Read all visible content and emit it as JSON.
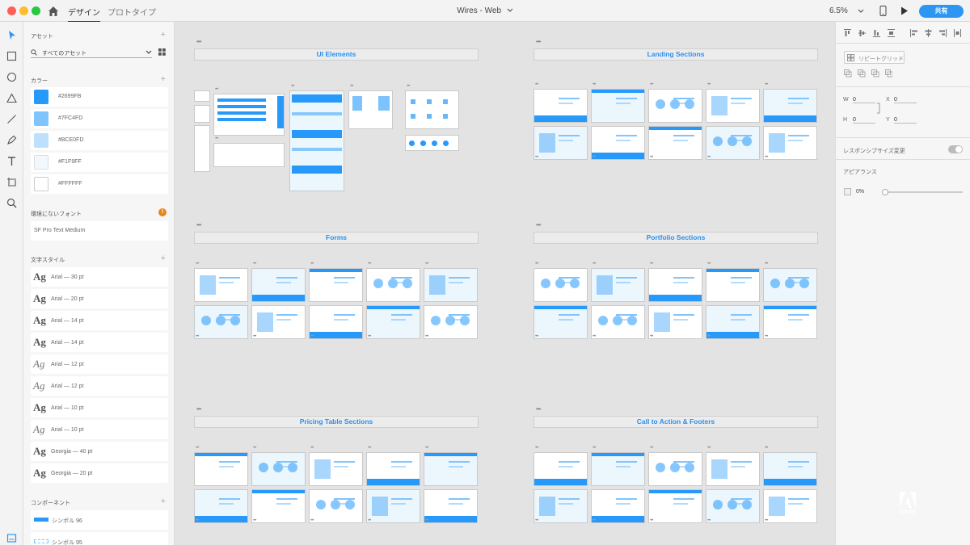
{
  "window": {
    "tabs": [
      "デザイン",
      "プロトタイプ"
    ],
    "title": "Wires - Web",
    "zoom": "6.5%",
    "share": "共有"
  },
  "tools": [
    "select-icon",
    "rectangle-icon",
    "ellipse-icon",
    "polygon-icon",
    "line-icon",
    "pen-icon",
    "text-icon",
    "artboard-icon",
    "zoom-icon"
  ],
  "left": {
    "assets": "アセット",
    "filter": "すべてのアセット",
    "colors_title": "カラー",
    "colors": [
      {
        "hex": "#2699FB"
      },
      {
        "hex": "#7FC4FD"
      },
      {
        "hex": "#BCE0FD"
      },
      {
        "hex": "#F1F9FF"
      },
      {
        "hex": "#FFFFFF"
      }
    ],
    "missing_fonts_title": "環境にないフォント",
    "missing_font": "SF Pro Text Medium",
    "char_styles_title": "文字スタイル",
    "char_styles": [
      {
        "sample": "Ag",
        "label": "Arial — 30 pt",
        "italic": false
      },
      {
        "sample": "Ag",
        "label": "Arial — 20 pt",
        "italic": false
      },
      {
        "sample": "Ag",
        "label": "Arial — 14 pt",
        "italic": false
      },
      {
        "sample": "Ag",
        "label": "Arial — 14 pt",
        "italic": false
      },
      {
        "sample": "Ag",
        "label": "Arial — 12 pt",
        "italic": true
      },
      {
        "sample": "Ag",
        "label": "Arial — 12 pt",
        "italic": true
      },
      {
        "sample": "Ag",
        "label": "Arial — 10 pt",
        "italic": false
      },
      {
        "sample": "Ag",
        "label": "Arial — 10 pt",
        "italic": true
      },
      {
        "sample": "Ag",
        "label": "Georgia — 40 pt",
        "italic": false
      },
      {
        "sample": "Ag",
        "label": "Georgia — 20 pt",
        "italic": false
      }
    ],
    "components_title": "コンポーネント",
    "components": [
      "シンボル 96",
      "シンボル 95"
    ]
  },
  "canvas": {
    "dots": "•••",
    "sections": [
      "UI Elements",
      "Landing Sections",
      "Forms",
      "Portfolio Sections",
      "Pricing Table Sections",
      "Call to Action & Footers"
    ]
  },
  "right": {
    "repeat_grid": "リピートグリッド",
    "w_label": "W",
    "w": "0",
    "x_label": "X",
    "x": "0",
    "h_label": "H",
    "h": "0",
    "y_label": "Y",
    "y": "0",
    "responsive": "レスポンシブサイズ変更",
    "appearance": "アピアランス",
    "opacity": "0%"
  },
  "watermark": "Adobe",
  "colors": {
    "accent": "#2699FB",
    "accent2": "#7FC4FD",
    "accent3": "#BCE0FD",
    "tint": "#F1F9FF",
    "share": "#2D96F3"
  }
}
